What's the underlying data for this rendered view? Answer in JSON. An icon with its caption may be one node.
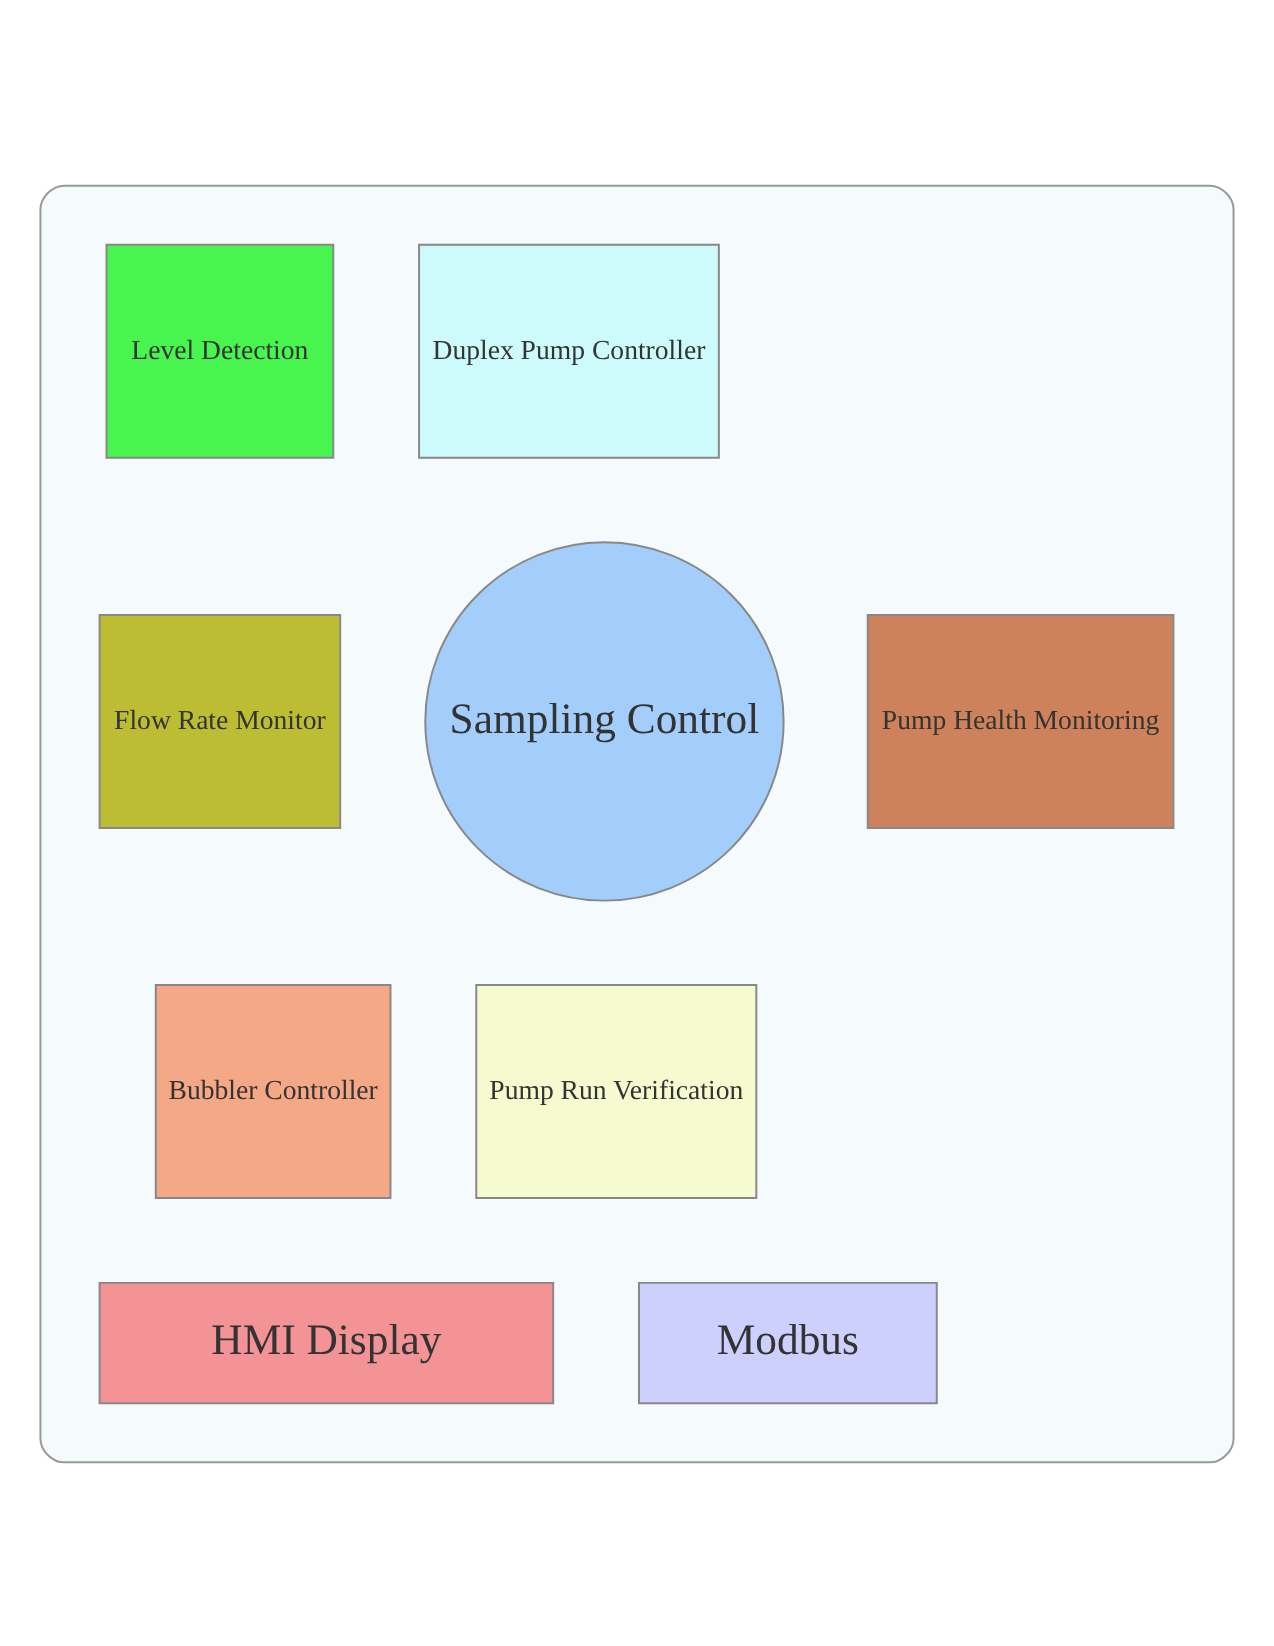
{
  "diagram": {
    "nodes": [
      {
        "text": [],
        "shape": "box"
      },
      {
        "text": [
          "Level Detection"
        ],
        "in": 0
      },
      {
        "text": [
          "Duplex Pump Controller"
        ],
        "in": 0
      },
      {
        "text": [
          "Flow Rate Monitor"
        ],
        "in": 0
      },
      {
        "text": [
          "Sampling Control"
        ],
        "in": 0
      },
      {
        "text": [
          "Pump Health Monitoring"
        ],
        "in": 0
      },
      {
        "text": [
          "Bubbler Controller"
        ],
        "in": 0
      },
      {
        "text": [
          "Pump Run Verification"
        ],
        "in": 0
      },
      {
        "text": [
          "HMI Display"
        ],
        "in": 0
      },
      {
        "text": [
          "Modbus"
        ],
        "in": 0
      }
    ],
    "edges": []
  }
}
